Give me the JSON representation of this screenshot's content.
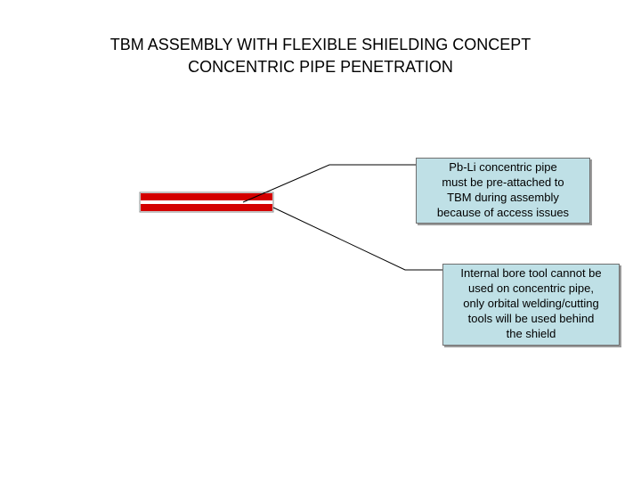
{
  "title": {
    "line1": "TBM ASSEMBLY WITH FLEXIBLE SHIELDING CONCEPT",
    "line2": "CONCENTRIC PIPE PENETRATION"
  },
  "callouts": [
    {
      "lines": [
        "Pb-Li concentric pipe",
        "must be pre-attached to",
        "TBM during assembly",
        "because of access issues"
      ]
    },
    {
      "lines": [
        "Internal bore tool cannot be",
        "used on concentric pipe,",
        "only orbital welding/cutting",
        "tools will be used behind",
        "the shield"
      ]
    }
  ],
  "colors": {
    "pipe_red": "#d40000",
    "callout_fill": "#bfe0e6",
    "leader_line": "#000000"
  }
}
